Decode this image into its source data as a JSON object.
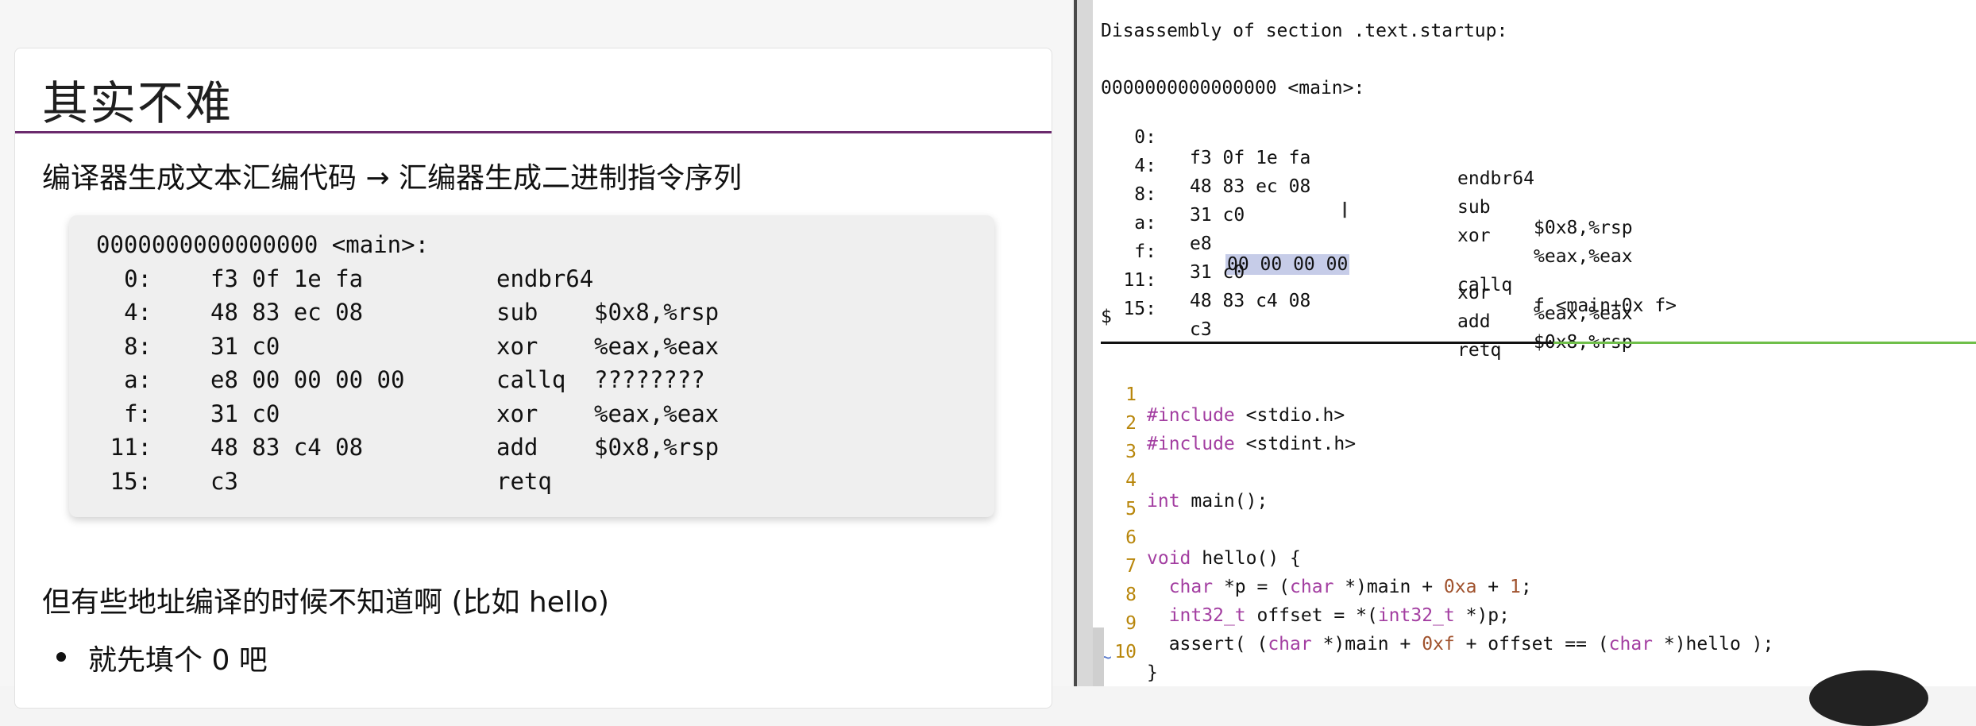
{
  "slide": {
    "title": "其实不难",
    "subtitle": "编译器生成文本汇编代码 → 汇编器生成二进制指令序列",
    "code_header": "0000000000000000 <main>:",
    "code_lines": [
      {
        "addr": "0:",
        "bytes": "f3 0f 1e fa",
        "mnemonic": "endbr64",
        "operands": ""
      },
      {
        "addr": "4:",
        "bytes": "48 83 ec 08",
        "mnemonic": "sub",
        "operands": "$0x8,%rsp"
      },
      {
        "addr": "8:",
        "bytes": "31 c0",
        "mnemonic": "xor",
        "operands": "%eax,%eax"
      },
      {
        "addr": "a:",
        "bytes": "e8 00 00 00 00",
        "mnemonic": "callq",
        "operands": "????????"
      },
      {
        "addr": "f:",
        "bytes": "31 c0",
        "mnemonic": "xor",
        "operands": "%eax,%eax"
      },
      {
        "addr": "11:",
        "bytes": "48 83 c4 08",
        "mnemonic": "add",
        "operands": "$0x8,%rsp"
      },
      {
        "addr": "15:",
        "bytes": "c3",
        "mnemonic": "retq",
        "operands": ""
      }
    ],
    "note": "但有些地址编译的时候不知道啊 (比如 hello)",
    "bullet": "就先填个 0 吧"
  },
  "terminal": {
    "section_header": "Disassembly of section .text.startup:",
    "func_header": "0000000000000000 <main>:",
    "lines": [
      {
        "addr": "0:",
        "bytes": "f3 0f 1e fa",
        "mnemonic": "endbr64",
        "operands": ""
      },
      {
        "addr": "4:",
        "bytes": "48 83 ec 08",
        "mnemonic": "sub",
        "operands": "$0x8,%rsp"
      },
      {
        "addr": "8:",
        "bytes": "31 c0",
        "mnemonic": "xor",
        "operands": "%eax,%eax"
      },
      {
        "addr": "a:",
        "bytes": "e8",
        "mnemonic": "callq",
        "operands": "f <main+0x f>"
      },
      {
        "addr": "f:",
        "bytes": "31 c0",
        "mnemonic": "xor",
        "operands": "%eax,%eax"
      },
      {
        "addr": "11:",
        "bytes": "48 83 c4 08",
        "mnemonic": "add",
        "operands": "$0x8,%rsp"
      },
      {
        "addr": "15:",
        "bytes": "c3",
        "mnemonic": "retq",
        "operands": ""
      }
    ],
    "selected_bytes": "00 00 00 00",
    "prompt": "$",
    "tilde": "~"
  },
  "editor": {
    "line_numbers": [
      "1",
      "2",
      "3",
      "4",
      "5",
      "6",
      "7",
      "8",
      "9",
      "10"
    ],
    "l1_kw": "#include",
    "l1_rest": " <stdio.h>",
    "l2_kw": "#include",
    "l2_rest": " <stdint.h>",
    "l4_kw": "int",
    "l4_rest": " main();",
    "l6_kw": "void",
    "l6_rest": " hello() {",
    "l7_a": "  ",
    "l7_kw1": "char",
    "l7_b": " *p = (",
    "l7_kw2": "char",
    "l7_c": " *)main + ",
    "l7_n1": "0xa",
    "l7_d": " + ",
    "l7_n2": "1",
    "l7_e": ";",
    "l8_a": "  ",
    "l8_kw1": "int32_t",
    "l8_b": " offset = *(",
    "l8_kw2": "int32_t",
    "l8_c": " *)p;",
    "l9_a": "  assert( (",
    "l9_kw1": "char",
    "l9_b": " *)main + ",
    "l9_n1": "0xf",
    "l9_c": " + offset == (",
    "l9_kw2": "char",
    "l9_d": " *)hello );",
    "l10": "}"
  }
}
